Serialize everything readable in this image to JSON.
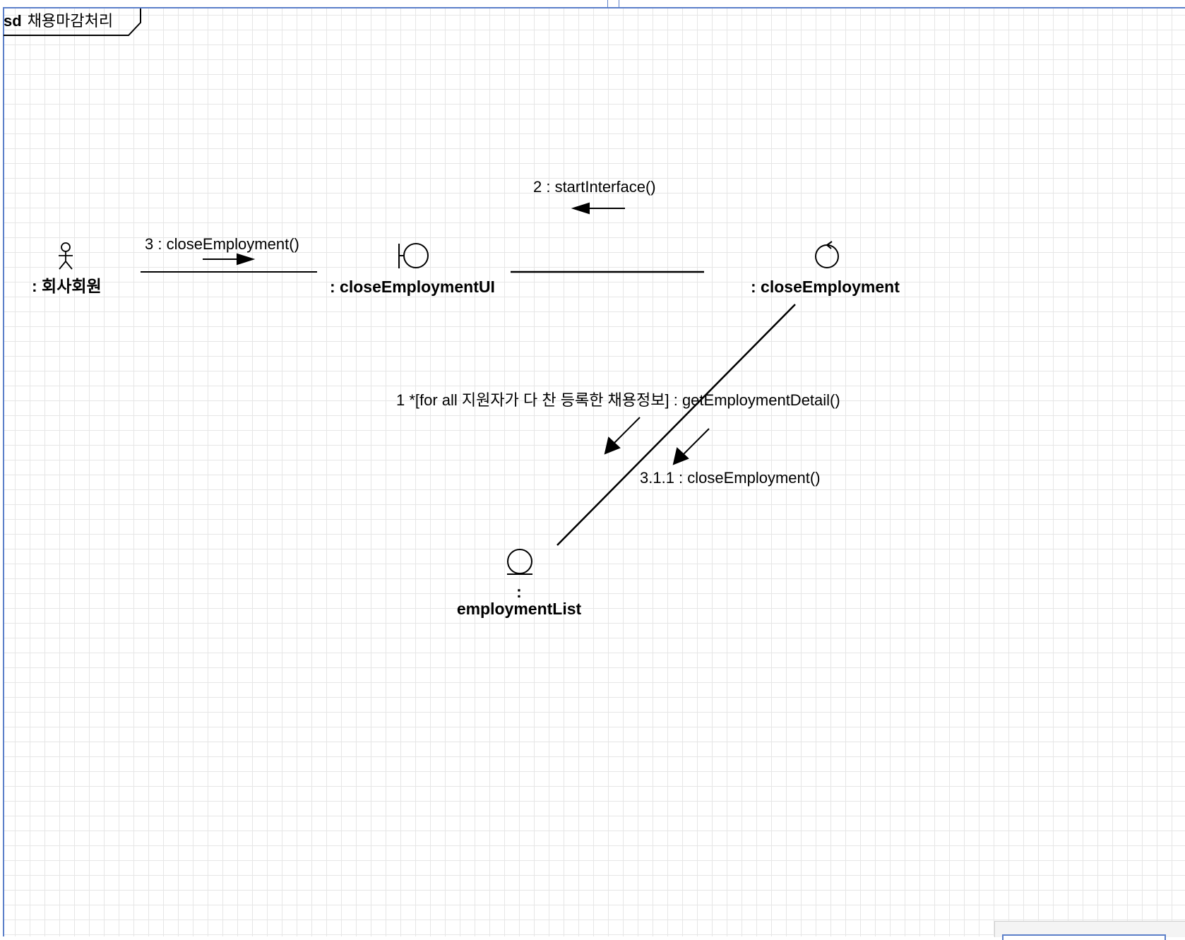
{
  "frame": {
    "keyword": "sd",
    "title": "채용마감처리"
  },
  "objects": {
    "actor": {
      "name": ": 회사회원",
      "icon": "actor-stick-figure-icon"
    },
    "boundary": {
      "name": ": closeEmploymentUI",
      "icon": "boundary-icon"
    },
    "control": {
      "name": ": closeEmployment",
      "icon": "control-icon"
    },
    "entity": {
      "name_line1": ":",
      "name_line2": "employmentList",
      "icon": "entity-icon"
    }
  },
  "messages": {
    "m1": "1 *[for all 지원자가 다 찬 등록한 채용정보] : getEmploymentDetail()",
    "m2": "2 : startInterface()",
    "m3": "3 : closeEmployment()",
    "m311": "3.1.1 : closeEmployment()"
  },
  "colors": {
    "grid": "#e6e6e6",
    "window_border": "#5b7fc9",
    "stroke": "#000000"
  }
}
